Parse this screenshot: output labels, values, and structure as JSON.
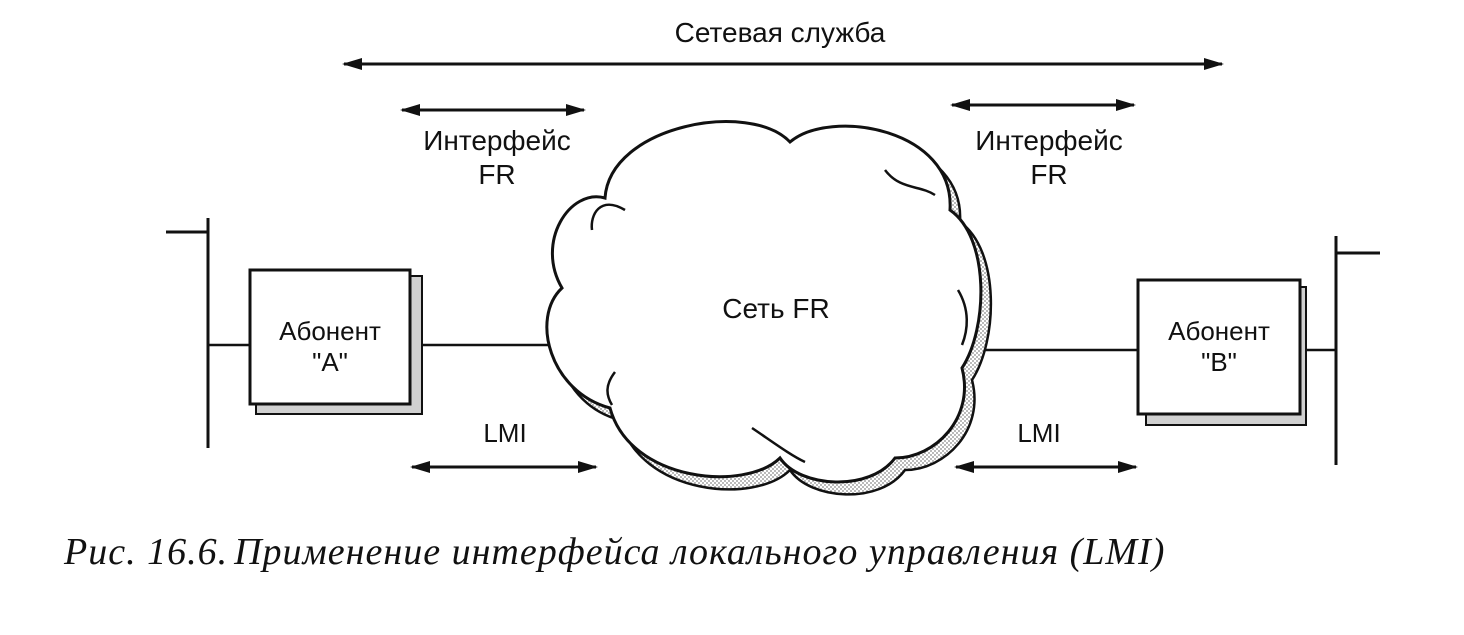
{
  "diagram": {
    "network_service_label": "Сетевая служба",
    "interface_left": [
      "Интерфейс",
      "FR"
    ],
    "interface_right": [
      "Интерфейс",
      "FR"
    ],
    "network_label": "Сеть FR",
    "subscriber_a": [
      "Абонент",
      "\"A\""
    ],
    "subscriber_b": [
      "Абонент",
      "\"B\""
    ],
    "lmi_left": "LMI",
    "lmi_right": "LMI"
  },
  "caption": {
    "number": "Рис. 16.6.",
    "text": "Применение интерфейса локального управления (LMI)"
  },
  "colors": {
    "ink": "#111111",
    "shadow": "#d4d4d4",
    "cloud_shadow": "#cfcfcf"
  }
}
